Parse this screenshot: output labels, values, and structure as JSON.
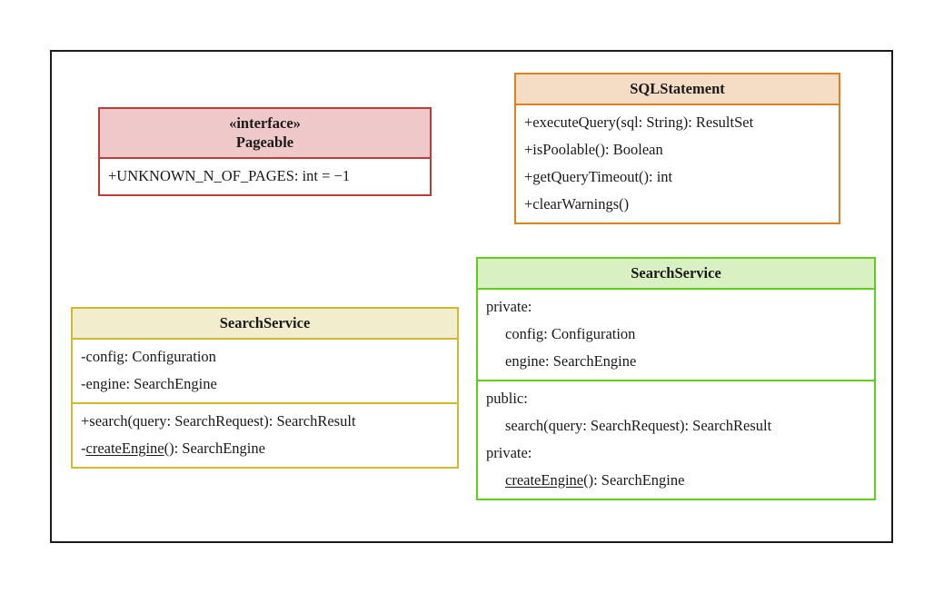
{
  "diagram": {
    "type": "uml-class-diagram",
    "classes": [
      {
        "id": "pageable",
        "name": "Pageable",
        "stereotype": "«interface»",
        "color": "#c03a3a",
        "fill": "#efc9c9",
        "compartments": [
          {
            "rows": [
              {
                "text": "+UNKNOWN_N_OF_PAGES: int = −1",
                "static": false,
                "indented": false
              }
            ]
          }
        ]
      },
      {
        "id": "sqlstatement",
        "name": "SQLStatement",
        "stereotype": "",
        "color": "#df7f20",
        "fill": "#f5dcc4",
        "compartments": [
          {
            "rows": [
              {
                "text": "+executeQuery(sql: String): ResultSet",
                "static": false,
                "indented": false
              },
              {
                "text": "+isPoolable(): Boolean",
                "static": false,
                "indented": false
              },
              {
                "text": "+getQueryTimeout(): int",
                "static": false,
                "indented": false
              },
              {
                "text": "+clearWarnings()",
                "static": false,
                "indented": false
              }
            ]
          }
        ]
      },
      {
        "id": "searchservice-uml",
        "name": "SearchService",
        "stereotype": "",
        "color": "#d4b82e",
        "fill": "#f2eecd",
        "compartments": [
          {
            "rows": [
              {
                "text": "-config: Configuration",
                "static": false,
                "indented": false
              },
              {
                "text": "-engine: SearchEngine",
                "static": false,
                "indented": false
              }
            ]
          },
          {
            "rows": [
              {
                "text": "+search(query: SearchRequest): SearchResult",
                "static": false,
                "indented": false
              },
              {
                "prefix": "-",
                "static_text": "createEngine",
                "suffix": "(): SearchEngine",
                "static": true,
                "indented": false
              }
            ]
          }
        ]
      },
      {
        "id": "searchservice-cpp",
        "name": "SearchService",
        "stereotype": "",
        "color": "#5fcc1f",
        "fill": "#d9f0c2",
        "compartments": [
          {
            "rows": [
              {
                "text": "private:",
                "static": false,
                "indented": false
              },
              {
                "text": "config: Configuration",
                "static": false,
                "indented": true
              },
              {
                "text": "engine: SearchEngine",
                "static": false,
                "indented": true
              }
            ]
          },
          {
            "rows": [
              {
                "text": "public:",
                "static": false,
                "indented": false
              },
              {
                "text": "search(query: SearchRequest): SearchResult",
                "static": false,
                "indented": true
              },
              {
                "text": "private:",
                "static": false,
                "indented": false
              },
              {
                "prefix": "",
                "static_text": "createEngine",
                "suffix": "(): SearchEngine",
                "static": true,
                "indented": true
              }
            ]
          }
        ]
      }
    ]
  }
}
